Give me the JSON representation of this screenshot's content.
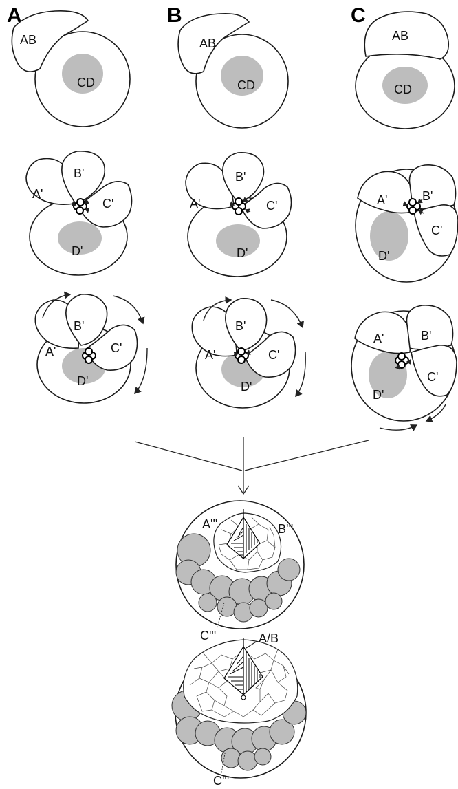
{
  "panels": {
    "a": "A",
    "b": "B",
    "c": "C"
  },
  "two_cell": {
    "ab": "AB",
    "cd": "CD"
  },
  "four_cell": {
    "a": "A'",
    "b": "B'",
    "c": "C'",
    "d": "D'"
  },
  "late": {
    "a": "A'''",
    "b": "B'''",
    "c": "C'''",
    "ab_boundary": "A/B"
  },
  "colors": {
    "yolk": "#bdbdbd",
    "outline": "#1a1a1a"
  }
}
